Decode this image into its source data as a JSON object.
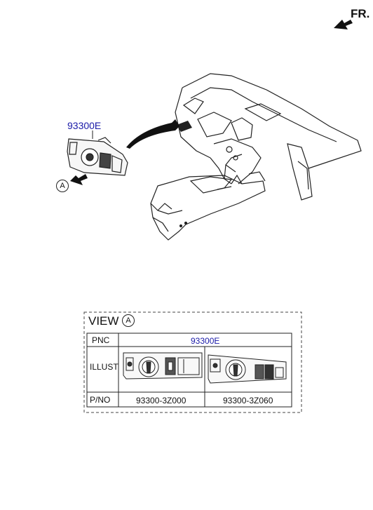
{
  "header": {
    "front_label": "FR."
  },
  "callout": {
    "part_number": "93300E",
    "view_marker": "A"
  },
  "view_box": {
    "title": "VIEW",
    "marker": "A",
    "rows": {
      "pnc_label": "PNC",
      "illust_label": "ILLUST",
      "pno_label": "P/NO"
    },
    "pnc_value": "93300E",
    "part_numbers": [
      "93300-3Z000",
      "93300-3Z060"
    ]
  },
  "colors": {
    "accent_blue": "#1a1aa8",
    "line": "#222222"
  }
}
